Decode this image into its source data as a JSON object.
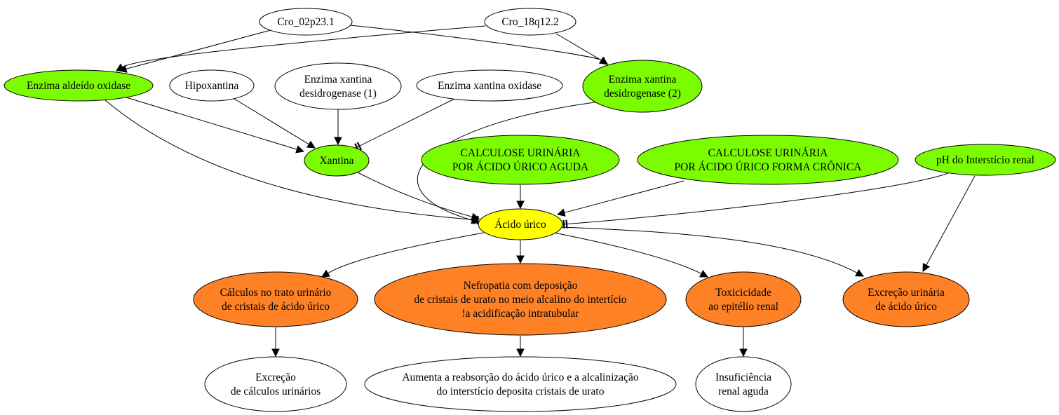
{
  "colors": {
    "green": "#7CFC00",
    "yellow": "#FFFF00",
    "orange": "#FF8125",
    "white": "#FFFFFF"
  },
  "nodes": [
    {
      "id": "cro02",
      "lines": [
        "Cro_02p23.1"
      ],
      "fill": "white"
    },
    {
      "id": "cro18",
      "lines": [
        "Cro_18q12.2"
      ],
      "fill": "white"
    },
    {
      "id": "aldeido",
      "lines": [
        "Enzima aldeído oxidase"
      ],
      "fill": "green"
    },
    {
      "id": "hipox",
      "lines": [
        "Hipoxantina"
      ],
      "fill": "white"
    },
    {
      "id": "xdh1",
      "lines": [
        "Enzima xantina",
        "desidrogenase (1)"
      ],
      "fill": "white"
    },
    {
      "id": "xo",
      "lines": [
        "Enzima xantina oxidase"
      ],
      "fill": "white"
    },
    {
      "id": "xdh2",
      "lines": [
        "Enzima xantina",
        "desidrogenase (2)"
      ],
      "fill": "green"
    },
    {
      "id": "xantina",
      "lines": [
        "Xantina"
      ],
      "fill": "green"
    },
    {
      "id": "calcaguda",
      "lines": [
        "CALCULOSE URINÁRIA",
        "POR ÁCIDO ÚRICO AGUDA"
      ],
      "fill": "green"
    },
    {
      "id": "calccronica",
      "lines": [
        "CALCULOSE URINÁRIA",
        "POR ÁCIDO ÚRICO FORMA CRÔNICA"
      ],
      "fill": "green"
    },
    {
      "id": "ph",
      "lines": [
        "pH do Interstício renal"
      ],
      "fill": "green"
    },
    {
      "id": "acido",
      "lines": [
        "Ácido úrico"
      ],
      "fill": "yellow"
    },
    {
      "id": "calculos",
      "lines": [
        "Cálculos no trato urinário",
        "de cristais de ácido úrico"
      ],
      "fill": "orange"
    },
    {
      "id": "nefro",
      "lines": [
        "Nefropatia com deposição",
        "de cristais de urato no meio alcalino do intertício",
        "!a acidificação intratubular"
      ],
      "fill": "orange"
    },
    {
      "id": "toxi",
      "lines": [
        "Toxicicidade",
        "ao epitélio renal"
      ],
      "fill": "orange"
    },
    {
      "id": "excrecao",
      "lines": [
        "Excreção urinária",
        "de ácido úrico"
      ],
      "fill": "orange"
    },
    {
      "id": "excrcalc",
      "lines": [
        "Excreção",
        "de cálculos urinários"
      ],
      "fill": "white"
    },
    {
      "id": "aumenta",
      "lines": [
        "Aumenta a reabsorção do ácido úrico e a alcalinização",
        "do interstício deposita cristais de urato"
      ],
      "fill": "white"
    },
    {
      "id": "insuf",
      "lines": [
        "Insuficiência",
        "renal aguda"
      ],
      "fill": "white"
    }
  ],
  "edges": [
    {
      "from": "cro02",
      "to": "aldeido",
      "head": "arrow"
    },
    {
      "from": "cro02",
      "to": "xdh2",
      "head": "arrow"
    },
    {
      "from": "cro18",
      "to": "aldeido",
      "head": "arrow"
    },
    {
      "from": "cro18",
      "to": "xdh2",
      "head": "arrow"
    },
    {
      "from": "aldeido",
      "to": "xantina",
      "head": "arrow"
    },
    {
      "from": "hipox",
      "to": "xantina",
      "head": "arrow"
    },
    {
      "from": "xdh1",
      "to": "xantina",
      "head": "arrow"
    },
    {
      "from": "xo",
      "to": "xantina",
      "head": "tee"
    },
    {
      "from": "aldeido",
      "to": "acido",
      "head": "tee"
    },
    {
      "from": "xdh2",
      "to": "acido",
      "head": "arrow"
    },
    {
      "from": "xantina",
      "to": "acido",
      "head": "arrow"
    },
    {
      "from": "calcaguda",
      "to": "acido",
      "head": "arrow"
    },
    {
      "from": "calccronica",
      "to": "acido",
      "head": "arrow"
    },
    {
      "from": "ph",
      "to": "acido",
      "head": "tee"
    },
    {
      "from": "ph",
      "to": "excrecao",
      "head": "arrow"
    },
    {
      "from": "acido",
      "to": "calculos",
      "head": "arrow"
    },
    {
      "from": "acido",
      "to": "nefro",
      "head": "arrow"
    },
    {
      "from": "acido",
      "to": "toxi",
      "head": "arrow"
    },
    {
      "from": "acido",
      "to": "excrecao",
      "head": "arrow"
    },
    {
      "from": "calculos",
      "to": "excrcalc",
      "head": "arrow"
    },
    {
      "from": "nefro",
      "to": "aumenta",
      "head": "arrow"
    },
    {
      "from": "toxi",
      "to": "insuf",
      "head": "arrow"
    }
  ]
}
